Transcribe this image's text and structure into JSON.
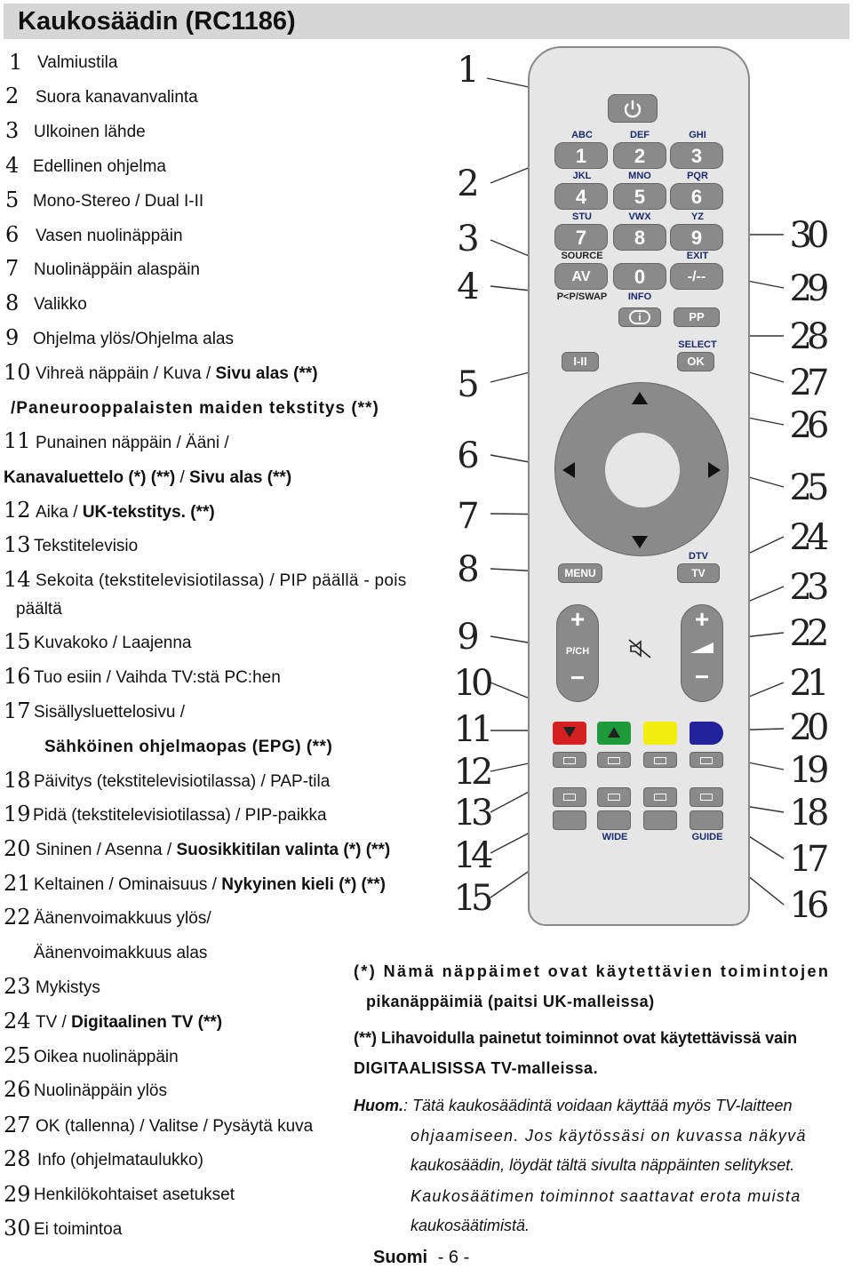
{
  "header": {
    "title": "Kaukosäädin (RC1186)"
  },
  "legend": [
    {
      "n": "1",
      "text": "Valmiustila"
    },
    {
      "n": "2",
      "text": "Suora kanavanvalinta"
    },
    {
      "n": "3",
      "text": "Ulkoinen lähde"
    },
    {
      "n": "4",
      "text": "Edellinen ohjelma"
    },
    {
      "n": "5",
      "text": "Mono-Stereo / Dual I-II"
    },
    {
      "n": "6",
      "text": "Vasen nuolinäppäin"
    },
    {
      "n": "7",
      "text": "Nuolinäppäin alaspäin"
    },
    {
      "n": "8",
      "text": "Valikko"
    },
    {
      "n": "9",
      "text": "Ohjelma ylös/Ohjelma alas"
    },
    {
      "n": "10",
      "text": "Vihreä näppäin / Kuva / ",
      "bold": "Sivu alas (**)"
    },
    {
      "n": "",
      "cont_bold": "/Paneurooppalaisten maiden tekstitys (**)"
    },
    {
      "n": "11",
      "text": "Punainen näppäin / Ääni /"
    },
    {
      "n": "",
      "cont_bold": "Kanavaluettelo (*) (**)",
      "cont": " / ",
      "cont_bold2": "Sivu alas (**)"
    },
    {
      "n": "12",
      "text": "Aika / ",
      "bold": "UK-tekstitys. (**)"
    },
    {
      "n": "13",
      "text": "Tekstitelevisio"
    },
    {
      "n": "14",
      "text": "Sekoita (tekstitelevisiotilassa) / PIP päällä - pois"
    },
    {
      "n": "",
      "cont": "päältä"
    },
    {
      "n": "15",
      "text": "Kuvakoko / Laajenna"
    },
    {
      "n": "16",
      "text": "Tuo esiin / Vaihda TV:stä PC:hen"
    },
    {
      "n": "17",
      "text": "Sisällysluettelosivu /"
    },
    {
      "n": "",
      "cont_bold": "Sähköinen ohjelmaopas (EPG) (**)"
    },
    {
      "n": "18",
      "text": "Päivitys (tekstitelevisiotilassa) / PAP-tila"
    },
    {
      "n": "19",
      "text": "Pidä (tekstitelevisiotilassa) / PIP-paikka"
    },
    {
      "n": "20",
      "text": "Sininen / Asenna / ",
      "bold": "Suosikkitilan valinta (*) (**)"
    },
    {
      "n": "21",
      "text": "Keltainen / Ominaisuus / ",
      "bold": "Nykyinen kieli (*) (**)"
    },
    {
      "n": "22",
      "text": "Äänenvoimakkuus ylös/"
    },
    {
      "n": "",
      "cont": "Äänenvoimakkuus alas"
    },
    {
      "n": "23",
      "text": "Mykistys"
    },
    {
      "n": "24",
      "text": "TV / ",
      "bold": "Digitaalinen TV (**)"
    },
    {
      "n": "25",
      "text": "Oikea nuolinäppäin"
    },
    {
      "n": "26",
      "text": "Nuolinäppäin ylös"
    },
    {
      "n": "27",
      "text": "OK (tallenna) / Valitse / Pysäytä kuva"
    },
    {
      "n": "28",
      "text": "Info (ohjelmataulukko)"
    },
    {
      "n": "29",
      "text": "Henkilökohtaiset asetukset"
    },
    {
      "n": "30",
      "text": "Ei toimintoa"
    }
  ],
  "remote": {
    "letters": [
      "ABC",
      "DEF",
      "GHI",
      "JKL",
      "MNO",
      "PQR",
      "STU",
      "VWX",
      "YZ"
    ],
    "digits": [
      "1",
      "2",
      "3",
      "4",
      "5",
      "6",
      "7",
      "8",
      "9"
    ],
    "source": "SOURCE",
    "av": "AV",
    "zero": "0",
    "exit": "EXIT",
    "dash": "-/--",
    "pswap": "P<P/SWAP",
    "info": "INFO",
    "pp": "PP",
    "select": "SELECT",
    "i_ii": "I-II",
    "ok": "OK",
    "dtv": "DTV",
    "tv": "TV",
    "menu": "MENU",
    "pch": "P/CH",
    "wide": "WIDE",
    "guide": "GUIDE",
    "colors": {
      "red": "#d42020",
      "green": "#1e9a3a",
      "yellow": "#f2ee10",
      "blue": "#22229a"
    }
  },
  "callouts_left": [
    "1",
    "2",
    "3",
    "4",
    "5",
    "6",
    "7",
    "8",
    "9",
    "10",
    "11",
    "12",
    "13",
    "14",
    "15"
  ],
  "callouts_right": [
    "30",
    "29",
    "28",
    "27",
    "26",
    "25",
    "24",
    "23",
    "22",
    "21",
    "20",
    "19",
    "18",
    "17",
    "16"
  ],
  "notes": {
    "n1a": "(*) Nämä näppäimet ovat käytettävien toimintojen",
    "n1b": "pikanäppäimiä (paitsi UK-malleissa)",
    "n2a": "(**) Lihavoidulla painetut toiminnot ovat käytettävissä vain",
    "n2b": "DIGITAALISISSA TV-malleissa.",
    "huom": "Huom.",
    "h1": ": Tätä kaukosäädintä  voidaan käyttää myös TV-laitteen",
    "h2": "ohjaamiseen. Jos käytössäsi on kuvassa näkyvä",
    "h3": "kaukosäädin, löydät tältä sivulta näppäinten selitykset.",
    "h4": "Kaukosäätimen toiminnot saattavat erota muista",
    "h5": "kaukosäätimistä."
  },
  "footer": {
    "lang": "Suomi",
    "page": "- 6 -"
  }
}
